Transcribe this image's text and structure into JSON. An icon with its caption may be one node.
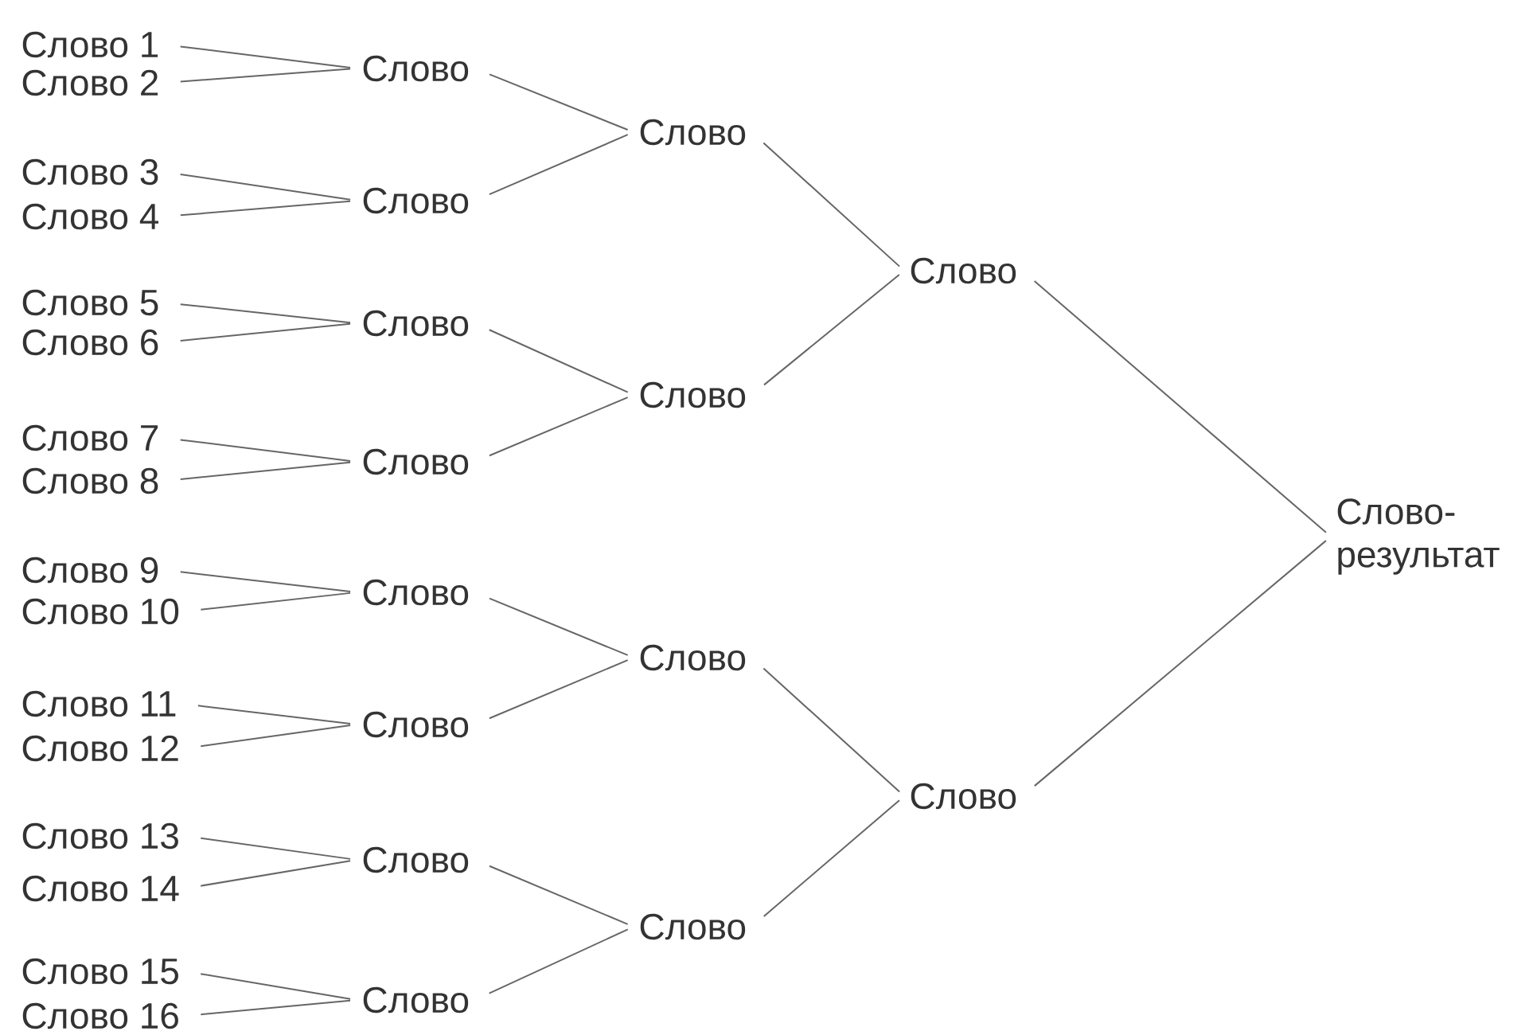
{
  "diagram": {
    "nodes": [
      {
        "text": [
          "Слово 1"
        ]
      },
      {
        "text": [
          "Слово 2"
        ]
      },
      {
        "text": [
          "Слово 3"
        ]
      },
      {
        "text": [
          "Слово 4"
        ]
      },
      {
        "text": [
          "Слово 5"
        ]
      },
      {
        "text": [
          "Слово 6"
        ]
      },
      {
        "text": [
          "Слово 7"
        ]
      },
      {
        "text": [
          "Слово 8"
        ]
      },
      {
        "text": [
          "Слово 9"
        ]
      },
      {
        "text": [
          "Слово 10"
        ]
      },
      {
        "text": [
          "Слово 11"
        ]
      },
      {
        "text": [
          "Слово 12"
        ]
      },
      {
        "text": [
          "Слово 13"
        ]
      },
      {
        "text": [
          "Слово 14"
        ]
      },
      {
        "text": [
          "Слово 15"
        ]
      },
      {
        "text": [
          "Слово 16"
        ]
      },
      {
        "text": [
          "Слово"
        ]
      },
      {
        "text": [
          "Слово"
        ]
      },
      {
        "text": [
          "Слово"
        ]
      },
      {
        "text": [
          "Слово"
        ]
      },
      {
        "text": [
          "Слово"
        ]
      },
      {
        "text": [
          "Слово"
        ]
      },
      {
        "text": [
          "Слово"
        ]
      },
      {
        "text": [
          "Слово"
        ]
      },
      {
        "text": [
          "Слово"
        ]
      },
      {
        "text": [
          "Слово"
        ]
      },
      {
        "text": [
          "Слово"
        ]
      },
      {
        "text": [
          "Слово"
        ]
      },
      {
        "text": [
          "Слово"
        ]
      },
      {
        "text": [
          "Слово"
        ]
      },
      {
        "text": [
          "Слово-результат"
        ]
      }
    ],
    "edges": [
      {
        "from": 0,
        "to": 16,
        "arrow": "none"
      },
      {
        "from": 1,
        "to": 16,
        "arrow": "none"
      },
      {
        "from": 2,
        "to": 17,
        "arrow": "none"
      },
      {
        "from": 3,
        "to": 17,
        "arrow": "none"
      },
      {
        "from": 4,
        "to": 18,
        "arrow": "none"
      },
      {
        "from": 5,
        "to": 18,
        "arrow": "none"
      },
      {
        "from": 6,
        "to": 19,
        "arrow": "none"
      },
      {
        "from": 7,
        "to": 19,
        "arrow": "none"
      },
      {
        "from": 8,
        "to": 20,
        "arrow": "none"
      },
      {
        "from": 9,
        "to": 20,
        "arrow": "none"
      },
      {
        "from": 10,
        "to": 21,
        "arrow": "none"
      },
      {
        "from": 11,
        "to": 21,
        "arrow": "none"
      },
      {
        "from": 12,
        "to": 22,
        "arrow": "none"
      },
      {
        "from": 13,
        "to": 22,
        "arrow": "none"
      },
      {
        "from": 14,
        "to": 23,
        "arrow": "none"
      },
      {
        "from": 15,
        "to": 23,
        "arrow": "none"
      },
      {
        "from": 16,
        "to": 24,
        "arrow": "none"
      },
      {
        "from": 17,
        "to": 24,
        "arrow": "none"
      },
      {
        "from": 18,
        "to": 25,
        "arrow": "none"
      },
      {
        "from": 19,
        "to": 25,
        "arrow": "none"
      },
      {
        "from": 20,
        "to": 26,
        "arrow": "none"
      },
      {
        "from": 21,
        "to": 26,
        "arrow": "none"
      },
      {
        "from": 22,
        "to": 27,
        "arrow": "none"
      },
      {
        "from": 23,
        "to": 27,
        "arrow": "none"
      },
      {
        "from": 24,
        "to": 28,
        "arrow": "none"
      },
      {
        "from": 25,
        "to": 28,
        "arrow": "none"
      },
      {
        "from": 26,
        "to": 29,
        "arrow": "none"
      },
      {
        "from": 27,
        "to": 29,
        "arrow": "none"
      },
      {
        "from": 28,
        "to": 30,
        "arrow": "none"
      },
      {
        "from": 29,
        "to": 30,
        "arrow": "none"
      }
    ]
  }
}
